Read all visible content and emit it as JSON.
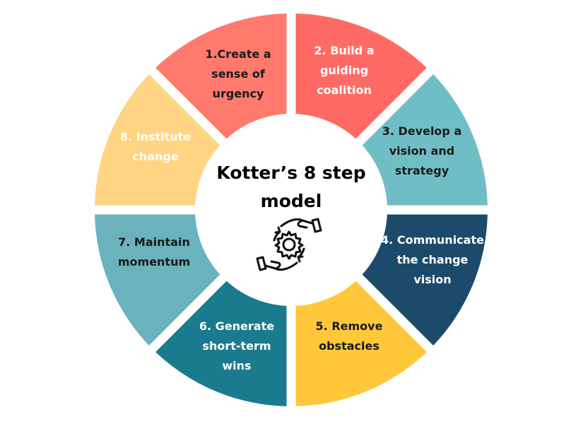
{
  "title": "Kotter’s 8 step\nmodel",
  "center_icon": "hands-gear-cycle-icon",
  "steps": [
    {
      "label": "1.Create a\nsense of\nurgency",
      "color": "#FF7A6C",
      "text_color": "#1a1a1a"
    },
    {
      "label": "2. Build a\nguiding\ncoalition",
      "color": "#FF6B64",
      "text_color": "#ffffff"
    },
    {
      "label": "3. Develop a\nvision and\nstrategy",
      "color": "#70BEC5",
      "text_color": "#1a1a1a"
    },
    {
      "label": "4. Communicate\nthe change\nvision",
      "color": "#1C4A6B",
      "text_color": "#ffffff"
    },
    {
      "label": "5. Remove\nobstacles",
      "color": "#FFC83A",
      "text_color": "#1a1a1a"
    },
    {
      "label": "6. Generate\nshort-term\nwins",
      "color": "#1A7A8E",
      "text_color": "#ffffff"
    },
    {
      "label": "7. Maintain\nmomentum",
      "color": "#6AB3BC",
      "text_color": "#1a1a1a"
    },
    {
      "label": "8. Institute\nchange",
      "color": "#FFD482",
      "text_color": "#ffffff"
    }
  ]
}
